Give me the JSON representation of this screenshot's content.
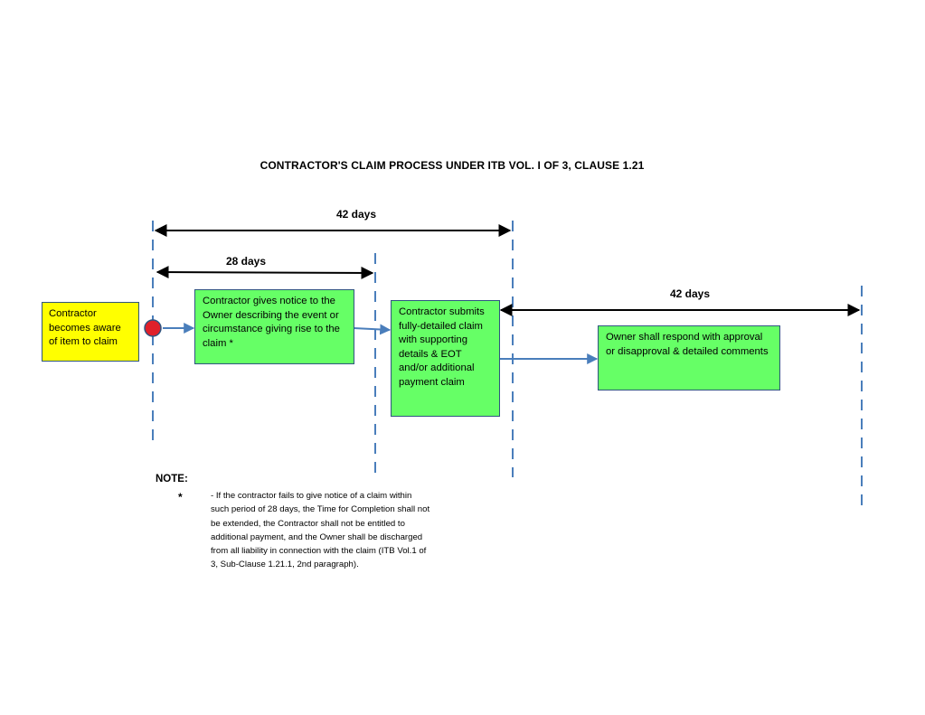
{
  "title": "CONTRACTOR'S CLAIM PROCESS UNDER ITB VOL. I OF 3, CLAUSE 1.21",
  "spans": [
    {
      "label": "42 days"
    },
    {
      "label": "28 days"
    },
    {
      "label": "42 days"
    }
  ],
  "boxes": {
    "aware": "Contractor becomes aware of item to claim",
    "notice": "Contractor gives notice to the Owner describing the event or circumstance giving rise to the claim *",
    "submit": "Contractor submits fully-detailed claim with supporting details & EOT and/or additional payment claim",
    "respond": "Owner shall respond with approval or disapproval & detailed comments"
  },
  "note": {
    "label": "NOTE:",
    "marker": "*",
    "text": "-  If the contractor fails to give notice of a claim within such period of 28 days, the Time for Completion shall not be extended, the Contractor shall not be entitled to additional payment, and the Owner shall be discharged from all liability in connection with the claim (ITB Vol.1 of 3, Sub-Clause 1.21.1, 2nd paragraph)."
  },
  "colors": {
    "start_box": "#ffff00",
    "step_box": "#66ff66",
    "flow_arrow": "#4a7ebb",
    "start_marker": "#e0202a"
  }
}
